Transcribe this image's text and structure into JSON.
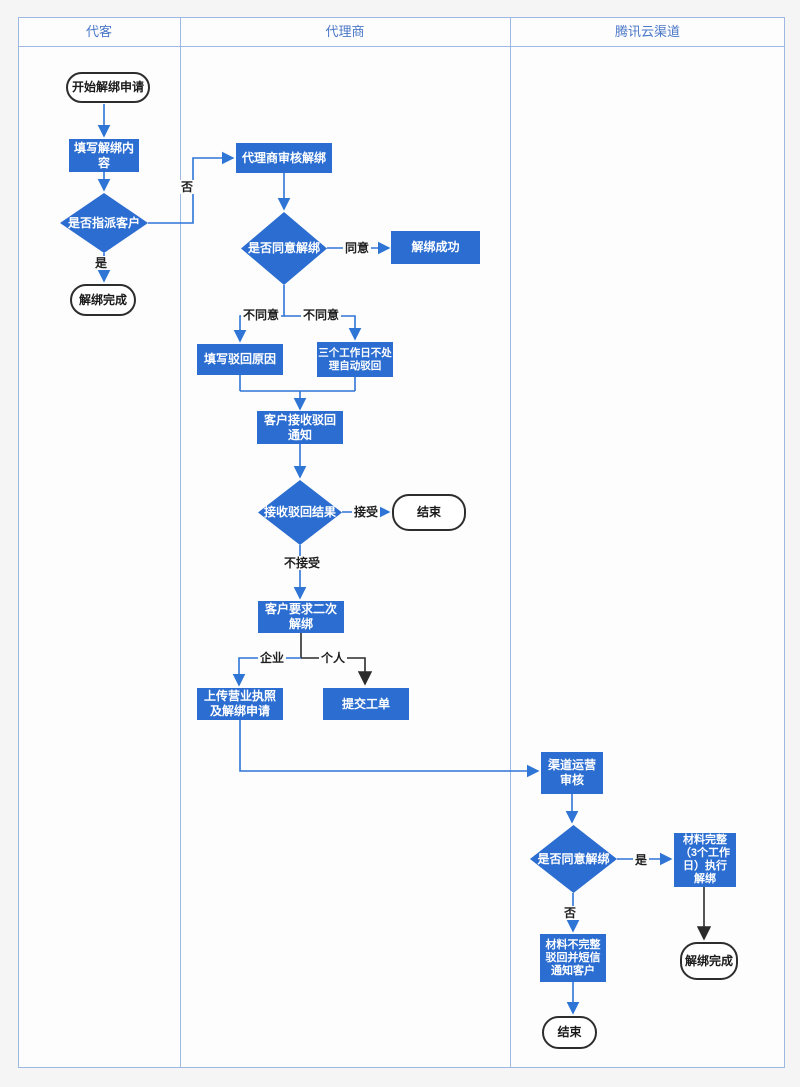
{
  "lanes": [
    {
      "title": "代客"
    },
    {
      "title": "代理商"
    },
    {
      "title": "腾讯云渠道"
    }
  ],
  "nodes": {
    "start": "开始解绑申请",
    "fill_content": "填写解绑内\n容",
    "assign_decision": "是否指派客户",
    "unbind_done_left": "解绑完成",
    "agent_review": "代理商审核解绑",
    "agree_decision": "是否同意解绑",
    "unbind_success": "解绑成功",
    "fill_reject_reason": "填写驳回原因",
    "auto_reject": "三个工作日不处\n理自动驳回",
    "receive_reject_notice": "客户接收驳回\n通知",
    "reject_result_decision": "接收驳回结果",
    "end_mid": "结束",
    "second_unbind": "客户要求二次\n解绑",
    "upload_license": "上传营业执照\n及解绑申请",
    "submit_ticket": "提交工单",
    "channel_review": "渠道运营\n审核",
    "channel_agree_decision": "是否同意解绑",
    "material_complete": "材料完整\n（3个工作\n日）执行\n解绑",
    "material_incomplete": "材料不完整\n驳回并短信\n通知客户",
    "end_bottom": "结束",
    "unbind_done_right": "解绑完成"
  },
  "edge_labels": {
    "assign_no": "否",
    "assign_yes": "是",
    "agree": "同意",
    "disagree_left": "不同意",
    "disagree_right": "不同意",
    "accept": "接受",
    "not_accept": "不接受",
    "company": "企业",
    "personal": "个人",
    "channel_yes": "是",
    "channel_no": "否"
  },
  "colors": {
    "node_blue": "#2b6dd0",
    "line_blue": "#2e75d6",
    "line_black": "#2b2b2b",
    "lane_border": "#9db8e2",
    "lane_title": "#4a78c8"
  }
}
